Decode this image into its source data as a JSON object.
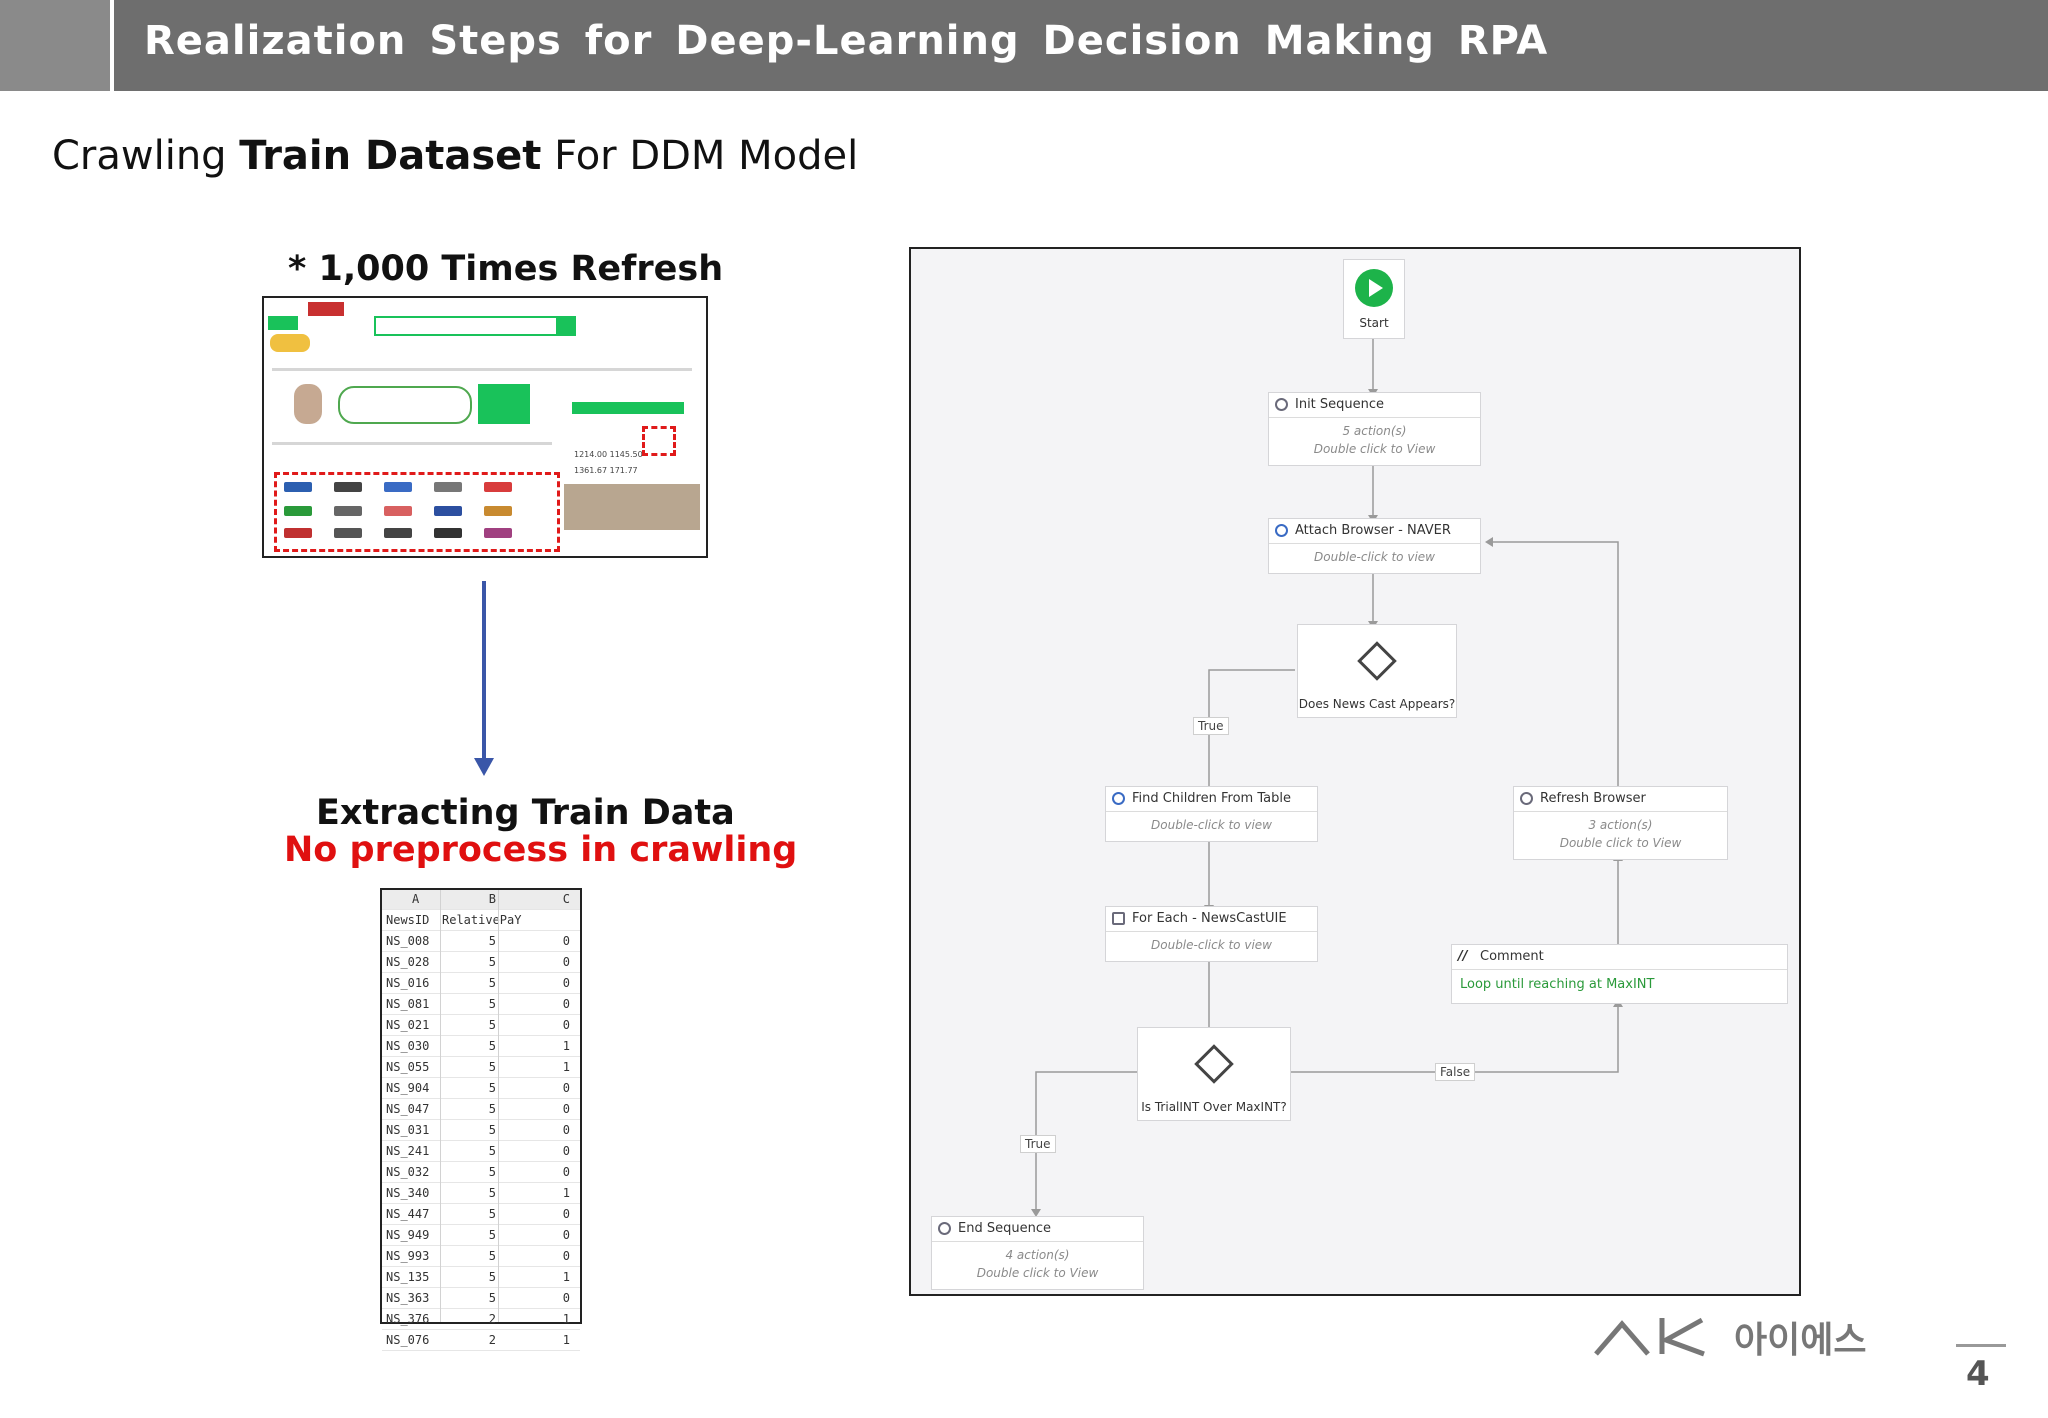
{
  "header": {
    "title": "Realization Steps for Deep-Learning Decision Making RPA"
  },
  "subtitle": {
    "pre": "Crawling ",
    "bold": "Train Dataset",
    "post": " For DDM Model"
  },
  "left": {
    "refresh_label": "* 1,000 Times Refresh",
    "extract_label": "Extracting Train Data",
    "no_preprocess_label": "No preprocess in crawling"
  },
  "table": {
    "col_letters": [
      "A",
      "B",
      "C"
    ],
    "headers": [
      "NewsID",
      "RelativePaY",
      ""
    ],
    "rows": [
      [
        "NS_008",
        "5",
        "0"
      ],
      [
        "NS_028",
        "5",
        "0"
      ],
      [
        "NS_016",
        "5",
        "0"
      ],
      [
        "NS_081",
        "5",
        "0"
      ],
      [
        "NS_021",
        "5",
        "0"
      ],
      [
        "NS_030",
        "5",
        "1"
      ],
      [
        "NS_055",
        "5",
        "1"
      ],
      [
        "NS_904",
        "5",
        "0"
      ],
      [
        "NS_047",
        "5",
        "0"
      ],
      [
        "NS_031",
        "5",
        "0"
      ],
      [
        "NS_241",
        "5",
        "0"
      ],
      [
        "NS_032",
        "5",
        "0"
      ],
      [
        "NS_340",
        "5",
        "1"
      ],
      [
        "NS_447",
        "5",
        "0"
      ],
      [
        "NS_949",
        "5",
        "0"
      ],
      [
        "NS_993",
        "5",
        "0"
      ],
      [
        "NS_135",
        "5",
        "1"
      ],
      [
        "NS_363",
        "5",
        "0"
      ],
      [
        "NS_376",
        "2",
        "1"
      ],
      [
        "NS_076",
        "2",
        "1"
      ]
    ]
  },
  "workflow": {
    "start": "Start",
    "init_sequence": {
      "title": "Init Sequence",
      "line1": "5 action(s)",
      "line2": "Double click to View"
    },
    "attach_browser": {
      "title": "Attach Browser - NAVER",
      "line1": "Double-click to view"
    },
    "news_decision": "Does News Cast Appears?",
    "true_label_1": "True",
    "find_children": {
      "title": "Find Children From Table",
      "line1": "Double-click to view"
    },
    "for_each": {
      "title": "For Each - NewsCastUIE",
      "line1": "Double-click to view"
    },
    "maxint_decision": "Is TrialINT Over MaxINT?",
    "false_label": "False",
    "true_label_2": "True",
    "end_sequence": {
      "title": "End Sequence",
      "line1": "4 action(s)",
      "line2": "Double click to View"
    },
    "refresh_browser": {
      "title": "Refresh Browser",
      "line1": "3 action(s)",
      "line2": "Double click to View"
    },
    "comment": {
      "title": "Comment",
      "text": "Loop until reaching at MaxINT"
    }
  },
  "footer": {
    "logo_text": "아이에스",
    "page_number": "4"
  },
  "colors": {
    "header_bg": "#6e6e6e",
    "red": "#e01010",
    "arrow": "#3a56a8",
    "start_green": "#1db34a",
    "comment_green": "#2a9a3a"
  }
}
